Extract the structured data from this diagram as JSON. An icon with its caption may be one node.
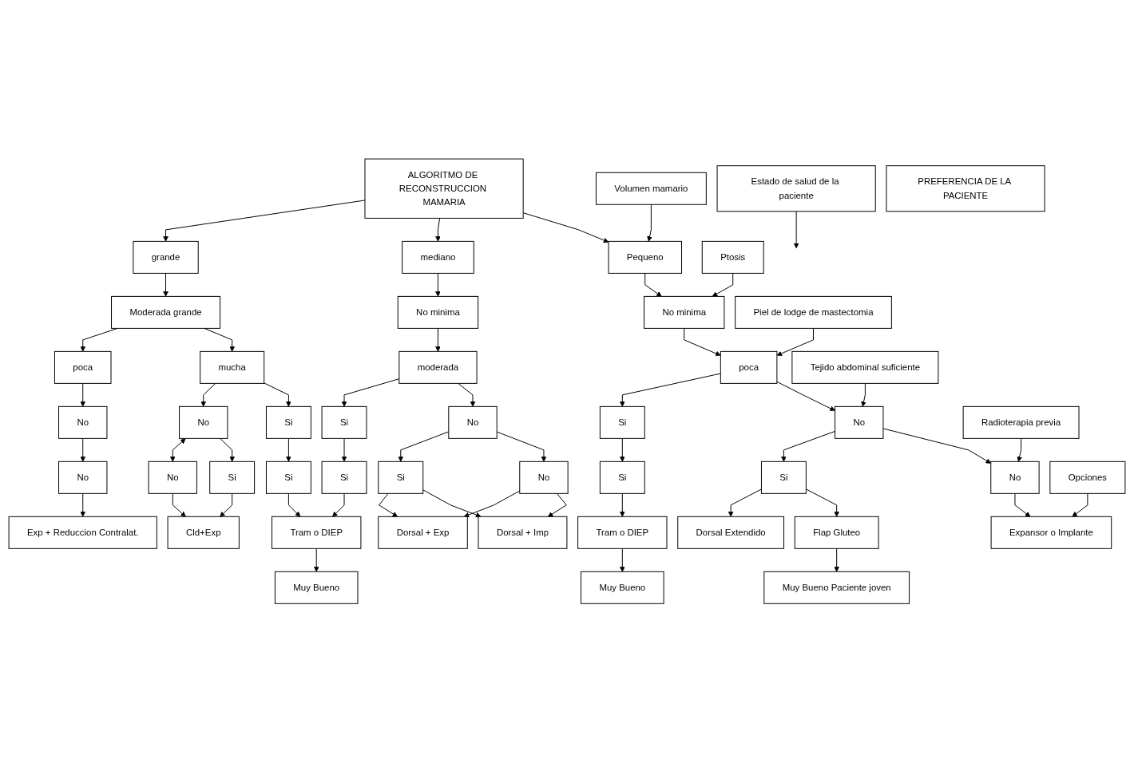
{
  "diagram": {
    "nodes": [
      {
        "text": [
          "ALGORITMO DE RECONSTRUCCION MAMARIA"
        ]
      },
      {
        "text": [
          "Volumen mamario"
        ]
      },
      {
        "text": [
          "Pequeno"
        ]
      },
      {
        "text": [
          "mediano"
        ]
      },
      {
        "text": [
          "grande"
        ]
      },
      {
        "text": [
          "Ptosis"
        ]
      },
      {
        "text": [
          "No minima"
        ]
      },
      {
        "text": [
          "No minima"
        ]
      },
      {
        "text": [
          "Moderada grande"
        ]
      },
      {
        "text": [
          "Piel de lodge de mastectomia"
        ]
      },
      {
        "text": [
          "poca"
        ]
      },
      {
        "text": [
          "moderada"
        ]
      },
      {
        "text": [
          "mucha"
        ]
      },
      {
        "text": [
          "poca"
        ]
      },
      {
        "text": [
          "Tejido abdominal suficiente"
        ]
      },
      {
        "text": [
          "No"
        ]
      },
      {
        "text": [
          "Si"
        ]
      },
      {
        "text": [
          "No"
        ]
      },
      {
        "text": [
          "Si"
        ]
      },
      {
        "text": [
          "Si"
        ]
      },
      {
        "text": [
          "No"
        ]
      },
      {
        "text": [
          "No"
        ]
      },
      {
        "text": [
          "Radioterapia previa"
        ]
      },
      {
        "text": [
          "No"
        ]
      },
      {
        "text": [
          "Si"
        ]
      },
      {
        "text": [
          "Si"
        ]
      },
      {
        "text": [
          "No"
        ]
      },
      {
        "text": [
          "Si"
        ]
      },
      {
        "text": [
          "Si"
        ]
      },
      {
        "text": [
          "Si"
        ]
      },
      {
        "text": [
          "Si"
        ]
      },
      {
        "text": [
          "No"
        ]
      },
      {
        "text": [
          "No"
        ]
      },
      {
        "text": [
          "Opciones"
        ]
      },
      {
        "text": [
          "Expansor o Implante"
        ]
      },
      {
        "text": [
          "Flap Gluteo"
        ]
      },
      {
        "text": [
          "Dorsal Extendido"
        ]
      },
      {
        "text": [
          "Tram o DIEP"
        ]
      },
      {
        "text": [
          "Dorsal + Imp"
        ]
      },
      {
        "text": [
          "Dorsal + Exp"
        ]
      },
      {
        "text": [
          "Tram o DIEP"
        ]
      },
      {
        "text": [
          "Cld+Exp"
        ]
      },
      {
        "text": [
          "Exp + Reduccion Contralat."
        ]
      },
      {
        "text": [
          "Estado de salud de la paciente"
        ]
      },
      {
        "text": [
          "Muy Bueno Paciente joven"
        ]
      },
      {
        "text": [
          "Muy Bueno"
        ]
      },
      {
        "text": [
          "Muy Bueno"
        ]
      },
      {
        "text": [
          "PREFERENCIA DE LA PACIENTE"
        ]
      }
    ],
    "edges": [
      {
        "from": 0,
        "to": 2,
        "arrow": "to"
      },
      {
        "from": 0,
        "to": 3,
        "arrow": "to"
      },
      {
        "from": 0,
        "to": 4,
        "arrow": "to"
      },
      {
        "from": 1,
        "to": 2,
        "arrow": "to"
      },
      {
        "from": 2,
        "to": 6,
        "arrow": "to"
      },
      {
        "from": 3,
        "to": 7,
        "arrow": "to"
      },
      {
        "from": 4,
        "to": 8,
        "arrow": "to"
      },
      {
        "from": 5,
        "to": 6,
        "arrow": "to"
      },
      {
        "from": 6,
        "to": 10,
        "arrow": "to"
      },
      {
        "from": 7,
        "to": 11,
        "arrow": "to"
      },
      {
        "from": 8,
        "to": 12,
        "arrow": "to"
      },
      {
        "from": 8,
        "to": 13,
        "arrow": "to"
      },
      {
        "from": 9,
        "to": 10,
        "arrow": "to"
      },
      {
        "from": 10,
        "to": 15,
        "arrow": "to"
      },
      {
        "from": 10,
        "to": 16,
        "arrow": "to"
      },
      {
        "from": 11,
        "to": 17,
        "arrow": "to"
      },
      {
        "from": 11,
        "to": 18,
        "arrow": "to"
      },
      {
        "from": 12,
        "to": 19,
        "arrow": "to"
      },
      {
        "from": 12,
        "to": 20,
        "arrow": "to"
      },
      {
        "from": 13,
        "to": 21,
        "arrow": "to"
      },
      {
        "from": 14,
        "to": 15,
        "arrow": "to"
      },
      {
        "from": 15,
        "to": 23,
        "arrow": "to"
      },
      {
        "from": 15,
        "to": 24,
        "arrow": "to"
      },
      {
        "from": 16,
        "to": 25,
        "arrow": "to"
      },
      {
        "from": 17,
        "to": 26,
        "arrow": "to"
      },
      {
        "from": 17,
        "to": 27,
        "arrow": "to"
      },
      {
        "from": 18,
        "to": 28,
        "arrow": "to"
      },
      {
        "from": 19,
        "to": 29,
        "arrow": "to"
      },
      {
        "from": 20,
        "to": 30,
        "arrow": "to"
      },
      {
        "from": 20,
        "to": 31,
        "arrow": "both"
      },
      {
        "from": 21,
        "to": 32,
        "arrow": "to"
      },
      {
        "from": 22,
        "to": 23,
        "arrow": "to"
      },
      {
        "from": 23,
        "to": 34,
        "arrow": "to"
      },
      {
        "from": 24,
        "to": 35,
        "arrow": "to"
      },
      {
        "from": 24,
        "to": 36,
        "arrow": "to"
      },
      {
        "from": 25,
        "to": 37,
        "arrow": "to"
      },
      {
        "from": 26,
        "to": 38,
        "arrow": "to"
      },
      {
        "from": 26,
        "to": 39,
        "arrow": "to"
      },
      {
        "from": 27,
        "to": 38,
        "arrow": "to"
      },
      {
        "from": 27,
        "to": 39,
        "arrow": "to"
      },
      {
        "from": 28,
        "to": 40,
        "arrow": "to"
      },
      {
        "from": 29,
        "to": 40,
        "arrow": "to"
      },
      {
        "from": 30,
        "to": 41,
        "arrow": "to"
      },
      {
        "from": 31,
        "to": 41,
        "arrow": "to"
      },
      {
        "from": 32,
        "to": 42,
        "arrow": "to"
      },
      {
        "from": 33,
        "to": 34,
        "arrow": "to"
      },
      {
        "from": 35,
        "to": 44,
        "arrow": "to"
      },
      {
        "from": 37,
        "to": 45,
        "arrow": "to"
      },
      {
        "from": 40,
        "to": 46,
        "arrow": "to"
      },
      {
        "from": 43,
        "to": null,
        "arrow": "to"
      }
    ]
  }
}
